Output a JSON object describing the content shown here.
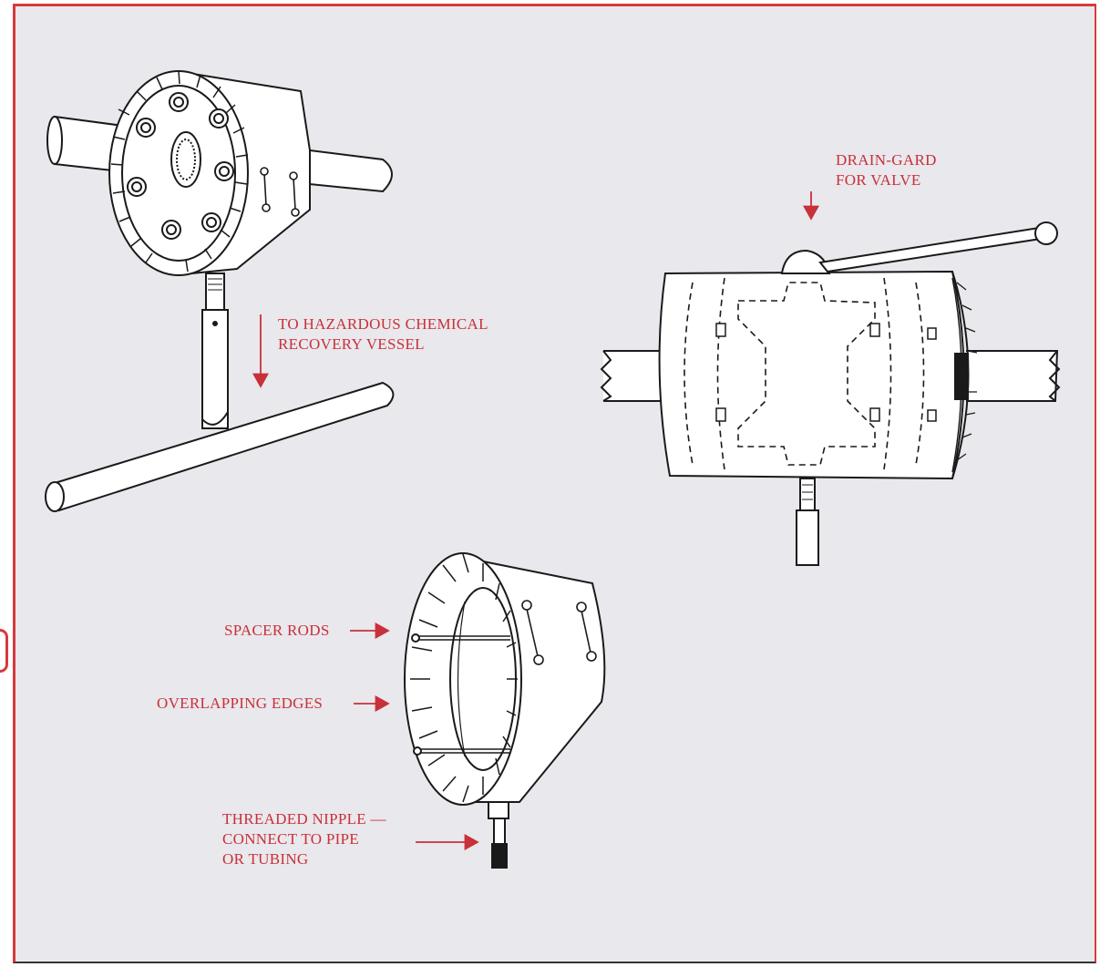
{
  "labels": {
    "drain_gard": [
      "DRAIN-GARD",
      "FOR VALVE"
    ],
    "hazardous": [
      "TO HAZARDOUS CHEMICAL",
      "RECOVERY VESSEL"
    ],
    "spacer_rods": "SPACER RODS",
    "overlapping_edges": "OVERLAPPING EDGES",
    "threaded_nipple": [
      "THREADED NIPPLE —",
      "CONNECT TO PIPE",
      "OR TUBING"
    ]
  },
  "colors": {
    "accent": "#c8303a",
    "frame": "#d63a3f",
    "background": "#e9e8ec",
    "line_art": "#1a1a1a"
  }
}
